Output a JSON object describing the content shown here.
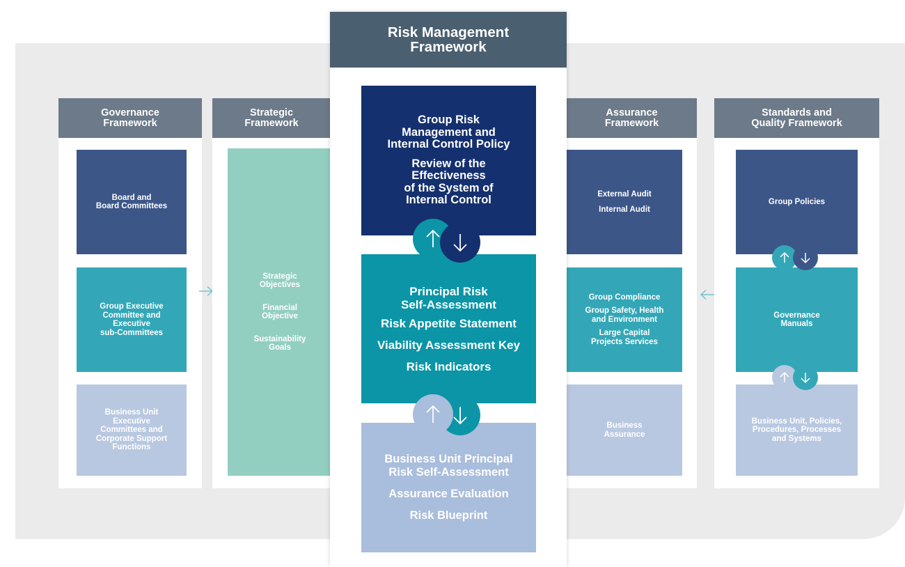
{
  "title": "Risk Management\nFramework",
  "columns": {
    "governance": {
      "header": "Governance\nFramework",
      "boxes": [
        "Board and\nBoard Committees",
        "Group Executive\nCommittee and\nExecutive\nsub-Committees",
        "Business Unit\nExecutive\nCommittees and\nCorporate Support\nFunctions"
      ]
    },
    "strategic": {
      "header": "Strategic\nFramework",
      "items": [
        "Strategic\nObjectives",
        "Financial\nObjective",
        "Sustainability\nGoals"
      ]
    },
    "assurance": {
      "header": "Assurance\nFramework",
      "box1": [
        "External Audit",
        "Internal Audit"
      ],
      "box2": [
        "Group Compliance",
        "Group Safety, Health\nand Environment",
        "Large Capital\nProjects Services"
      ],
      "box3": "Business\nAssurance"
    },
    "standards": {
      "header": "Standards and\nQuality Framework",
      "boxes": [
        "Group Policies",
        "Governance\nManuals",
        "Business Unit, Policies,\nProcedures, Processes\nand Systems"
      ]
    }
  },
  "center": {
    "box1": [
      "Group Risk\nManagement and\nInternal Control Policy",
      "Review of the\nEffectiveness\nof the System of\nInternal Control"
    ],
    "box2": [
      "Principal Risk\nSelf-Assessment",
      "Risk Appetite Statement",
      "Viability Assessment Key",
      "Risk Indicators"
    ],
    "box3": [
      "Business Unit Principal\nRisk Self-Assessment",
      "Assurance Evaluation",
      "Risk Blueprint"
    ]
  },
  "colors": {
    "navy": "#3d5688",
    "dark_navy": "#14306e",
    "teal": "#33a7b7",
    "dark_teal": "#0b95a6",
    "pale_blue": "#b9c8e1",
    "mint": "#93cfc1",
    "header_gray": "#6c7a89",
    "title_gray": "#4a5f70"
  },
  "icons": [
    "up-arrow-icon",
    "down-arrow-icon",
    "right-arrow-icon",
    "left-arrow-icon"
  ]
}
